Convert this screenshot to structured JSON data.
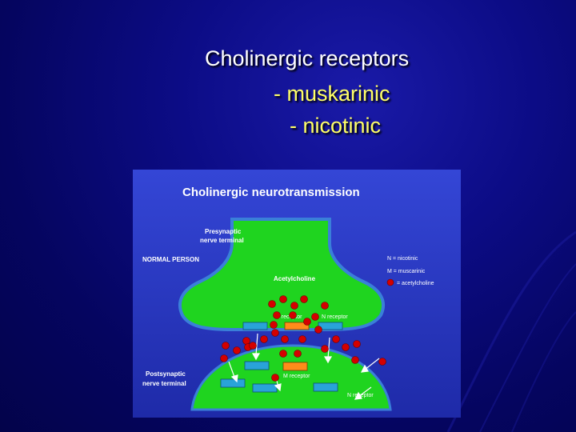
{
  "slide": {
    "title": "Cholinergic receptors",
    "item1": "- muskarinic",
    "item2": "- nicotinic"
  },
  "figure": {
    "title": "Cholinergic neurotransmission",
    "presynaptic_line1": "Presynaptic",
    "presynaptic_line2": "nerve terminal",
    "normal_person": "NORMAL PERSON",
    "acetylcholine": "Acetylcholine",
    "m_receptor_top": "M receptor",
    "n_receptor_top": "N receptor",
    "postsynaptic_line1": "Postsynaptic",
    "postsynaptic_line2": "nerve terminal",
    "m_receptor_bottom": "M receptor",
    "n_receptor_bottom": "N receptor",
    "legend_n": "N = nicotinic",
    "legend_m": "M = muscarinic",
    "legend_ach": "= acetylcholine"
  },
  "colors": {
    "slide_bg": "#0c0c86",
    "figure_bg": "#2d3bc7",
    "terminal_green": "#1fd41f",
    "receptor_m": "#ff8c1a",
    "receptor_n": "#29a3d9",
    "ach_dot": "#d40000",
    "title_text": "#ffffff",
    "item_text": "#ffff66"
  }
}
